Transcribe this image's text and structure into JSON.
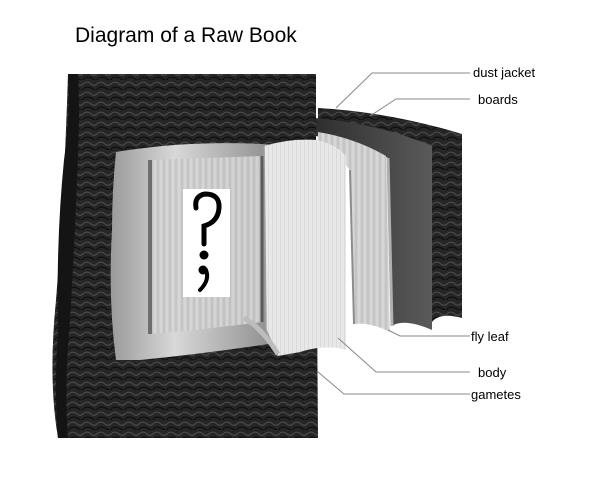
{
  "title": "Diagram of a Raw Book",
  "labels": {
    "dust_jacket": "dust jacket",
    "boards": "boards",
    "fly_leaf": "fly leaf",
    "body": "body",
    "gametes": "gametes"
  },
  "colors": {
    "bark_dark": "#1a1a1a",
    "bark_mid": "#3a3a3a",
    "wood_light": "#d9d9d9",
    "wood_mid": "#a8a8a8",
    "leader_line": "#888888"
  },
  "icons": {
    "emblem": "pilcrow-semicolon-glyph"
  }
}
